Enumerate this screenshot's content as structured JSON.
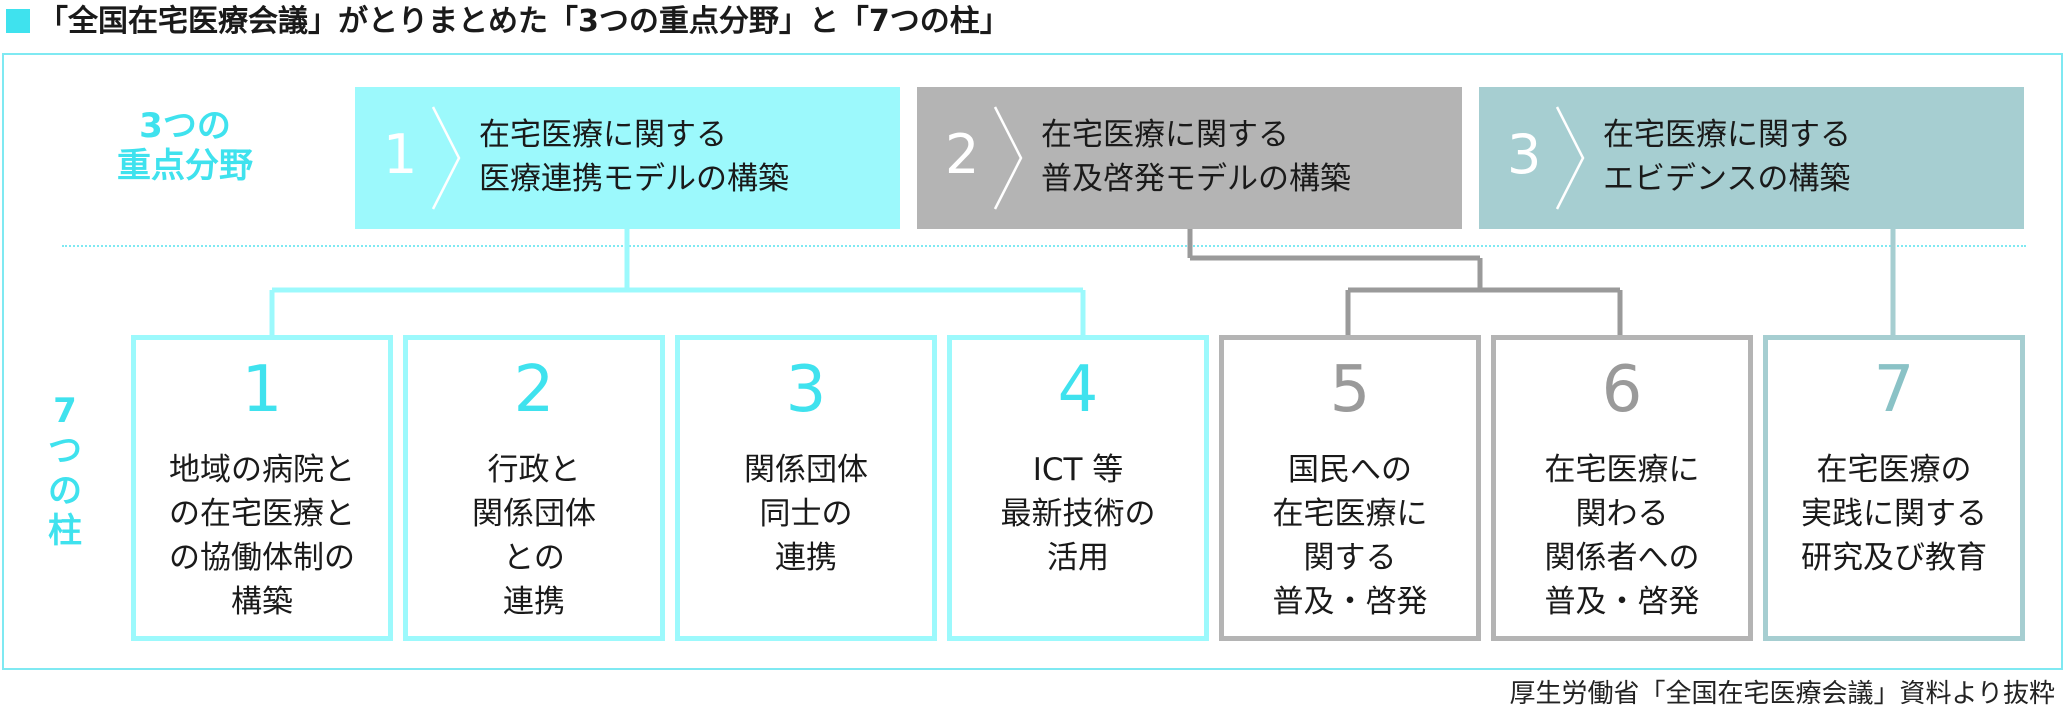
{
  "header": {
    "title": "「全国在宅医療会議」がとりまとめた「3つの重点分野」と「7つの柱」"
  },
  "labels": {
    "focus_areas": [
      "3つの",
      "重点分野"
    ],
    "pillars": [
      "7",
      "つ",
      "の",
      "柱"
    ]
  },
  "focus_areas": [
    {
      "number": "1",
      "lines": [
        "在宅医療に関する",
        "医療連携モデルの構築"
      ],
      "color": "#9cf9fc"
    },
    {
      "number": "2",
      "lines": [
        "在宅医療に関する",
        "普及啓発モデルの構築"
      ],
      "color": "#b4b4b4"
    },
    {
      "number": "3",
      "lines": [
        "在宅医療に関する",
        "エビデンスの構築"
      ],
      "color": "#a6ced1"
    }
  ],
  "pillars": [
    {
      "number": "1",
      "lines": [
        "地域の病院と",
        "の在宅医療と",
        "の協働体制の",
        "構築"
      ]
    },
    {
      "number": "2",
      "lines": [
        "行政と",
        "関係団体",
        "との",
        "連携"
      ]
    },
    {
      "number": "3",
      "lines": [
        "関係団体",
        "同士の",
        "連携"
      ]
    },
    {
      "number": "4",
      "lines": [
        "ICT 等",
        "最新技術の",
        "活用"
      ]
    },
    {
      "number": "5",
      "lines": [
        "国民への",
        "在宅医療に",
        "関する",
        "普及・啓発"
      ]
    },
    {
      "number": "6",
      "lines": [
        "在宅医療に",
        "関わる",
        "関係者への",
        "普及・啓発"
      ]
    },
    {
      "number": "7",
      "lines": [
        "在宅医療の",
        "実践に関する",
        "研究及び教育"
      ]
    }
  ],
  "source": "厚生労働省「全国在宅医療会議」資料より抜粋",
  "colors": {
    "accent_cyan": "#3fe2ee",
    "area1": "#9cf9fc",
    "area2": "#b4b4b4",
    "area3": "#a6ced1"
  }
}
